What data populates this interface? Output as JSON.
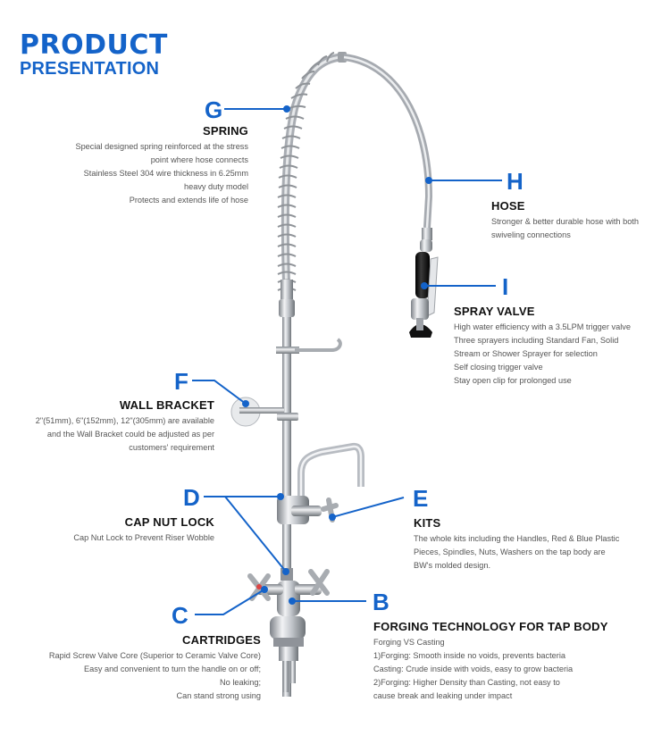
{
  "header": {
    "title_line1": "PRODUCT",
    "title_line2": "PRESENTATION"
  },
  "colors": {
    "accent": "#1463c9",
    "heading": "#111111",
    "body_text": "#555555",
    "steel": "#b8bcc2",
    "rubber": "#111111"
  },
  "callouts": {
    "G": {
      "letter": "G",
      "heading": "SPRING",
      "lines": [
        "Special designed spring reinforced at the stress",
        "point where hose connects",
        "Stainless Steel 304 wire thickness in 6.25mm",
        "heavy duty model",
        "Protects and extends life of hose"
      ]
    },
    "H": {
      "letter": "H",
      "heading": "HOSE",
      "lines": [
        "Stronger & better durable hose with both",
        "swiveling connections"
      ]
    },
    "I": {
      "letter": "I",
      "heading": "SPRAY VALVE",
      "lines": [
        "High water efficiency with a 3.5LPM trigger valve",
        "Three sprayers including Standard Fan, Solid",
        "Stream or Shower Sprayer for selection",
        "Self closing trigger valve",
        "Stay open clip for prolonged use"
      ]
    },
    "F": {
      "letter": "F",
      "heading": "WALL BRACKET",
      "lines": [
        "2\"(51mm), 6\"(152mm), 12\"(305mm) are available",
        "and the Wall Bracket could be adjusted as per",
        "customers' requirement"
      ]
    },
    "D": {
      "letter": "D",
      "heading": "CAP NUT LOCK",
      "lines": [
        "Cap Nut Lock to Prevent Riser Wobble"
      ]
    },
    "E": {
      "letter": "E",
      "heading": "KITS",
      "lines": [
        "The whole kits including the Handles, Red & Blue Plastic",
        "Pieces, Spindles, Nuts, Washers on the tap body are",
        "BW's molded design."
      ]
    },
    "C": {
      "letter": "C",
      "heading": "CARTRIDGES",
      "lines": [
        "Rapid Screw Valve Core (Superior to Ceramic Valve Core)",
        "Easy and convenient to turn the handle on or off;",
        "No leaking;",
        "Can stand strong using"
      ]
    },
    "B": {
      "letter": "B",
      "heading": "FORGING TECHNOLOGY FOR TAP BODY",
      "lines": [
        "Forging VS Casting",
        "1)Forging: Smooth inside no voids, prevents bacteria",
        "Casting: Crude inside with voids, easy to grow bacteria",
        "2)Forging: Higher Density than Casting, not easy to",
        "cause break and leaking under impact"
      ]
    }
  }
}
